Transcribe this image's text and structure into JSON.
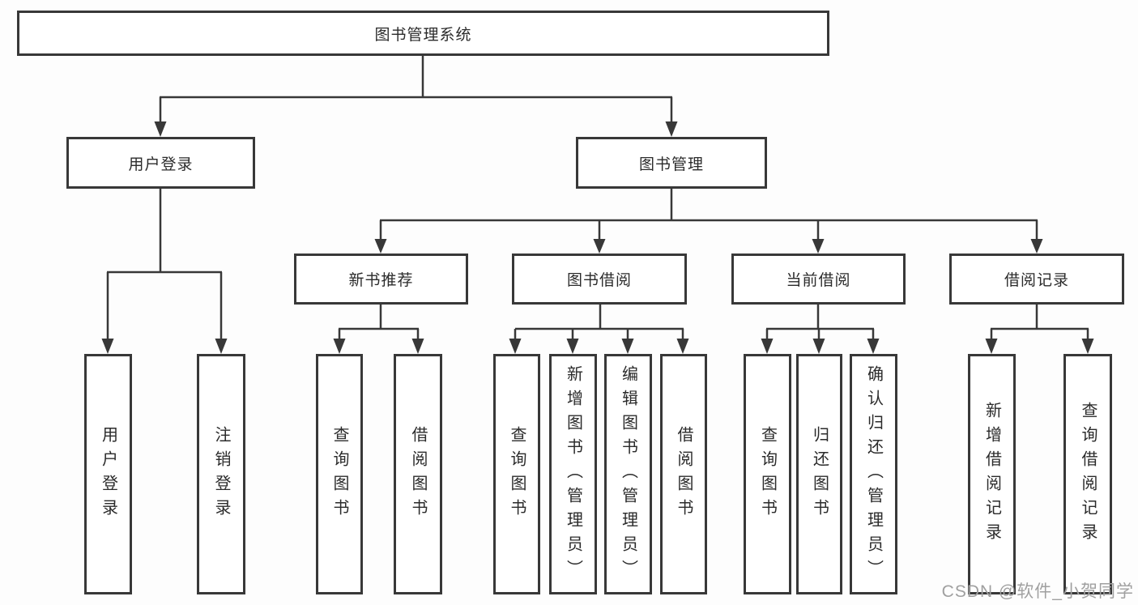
{
  "tree": {
    "label": "图书管理系统",
    "children": [
      {
        "label": "用户登录",
        "children": [
          {
            "label": "用户登录"
          },
          {
            "label": "注销登录"
          }
        ]
      },
      {
        "label": "图书管理",
        "children": [
          {
            "label": "新书推荐",
            "children": [
              {
                "label": "查询图书"
              },
              {
                "label": "借阅图书"
              }
            ]
          },
          {
            "label": "图书借阅",
            "children": [
              {
                "label": "查询图书"
              },
              {
                "label": "新增图书（管理员）"
              },
              {
                "label": "编辑图书（管理员）"
              },
              {
                "label": "借阅图书"
              }
            ]
          },
          {
            "label": "当前借阅",
            "children": [
              {
                "label": "查询图书"
              },
              {
                "label": "归还图书"
              },
              {
                "label": "确认归还（管理员）"
              }
            ]
          },
          {
            "label": "借阅记录",
            "children": [
              {
                "label": "新增借阅记录"
              },
              {
                "label": "查询借阅记录"
              }
            ]
          }
        ]
      }
    ]
  },
  "watermark": "CSDN @软件_小贺同学",
  "colors": {
    "line": "#383838",
    "text": "#2b2b2b",
    "watermark": "#a0a0a0",
    "background": "#fdfdfd"
  }
}
